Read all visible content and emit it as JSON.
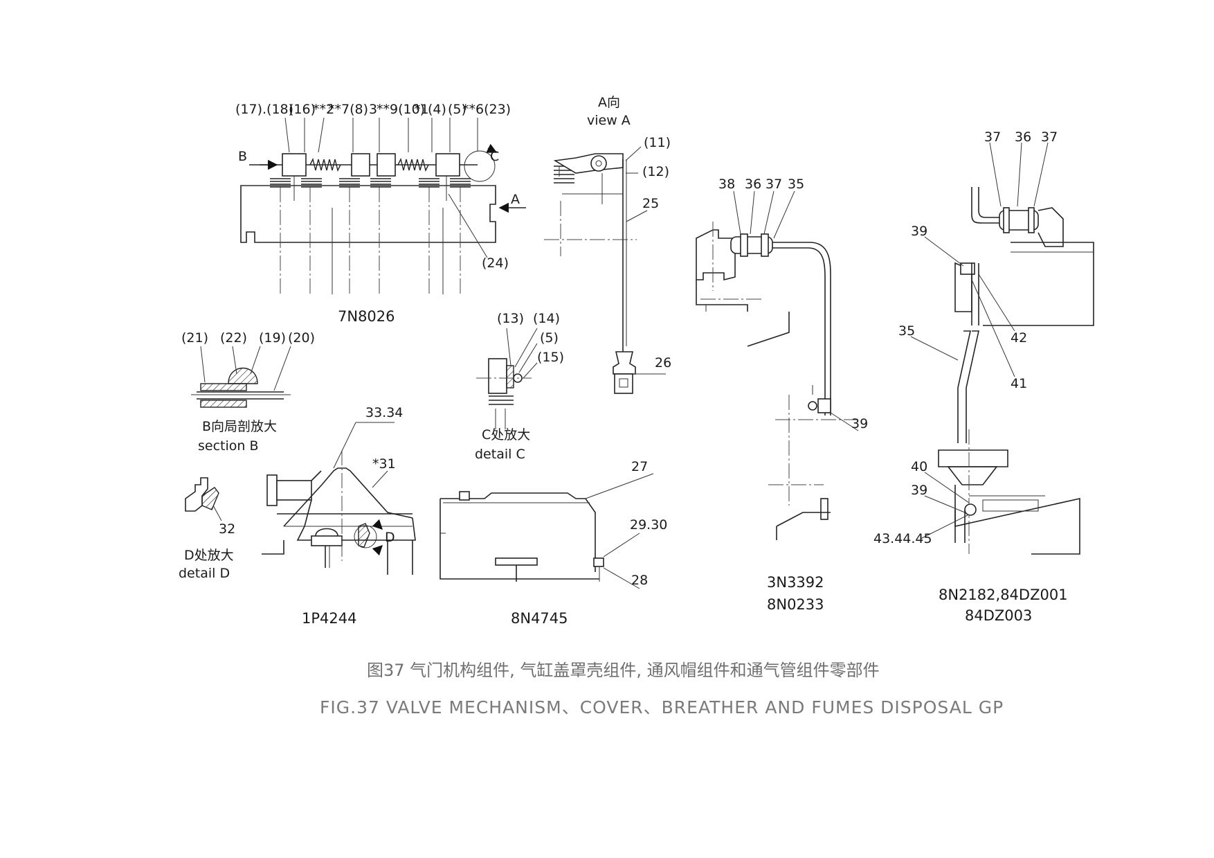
{
  "views": {
    "v7n8026": {
      "callouts_top": [
        "(17).(18)",
        "(16)",
        "**2",
        "**7(8)",
        "3",
        "**9(10)",
        "*1",
        "(4)",
        "(5)",
        "**6(23)"
      ],
      "arrow_b": "B",
      "arrow_a": "A",
      "arrow_c": "C",
      "callout_24": "(24)",
      "part_number": "7N8026"
    },
    "view_a": {
      "caption_cn": "A向",
      "caption_en": "view A",
      "callouts": [
        "(11)",
        "(12)",
        "25",
        "26"
      ]
    },
    "section_b": {
      "callouts": [
        "(21)",
        "(22)",
        "(19)",
        "(20)"
      ],
      "caption_cn": "B向局剖放大",
      "caption_en": "section B"
    },
    "detail_c": {
      "callouts": [
        "(13)",
        "(14)",
        "(5)",
        "(15)"
      ],
      "caption_cn": "C处放大",
      "caption_en": "detail C"
    },
    "detail_d": {
      "callout": "32",
      "caption_cn": "D处放大",
      "caption_en": "detail D"
    },
    "v1p4244": {
      "callouts": [
        "33.34",
        "*31"
      ],
      "arrow_d": "D",
      "part_number": "1P4244"
    },
    "v8n4745": {
      "callouts": [
        "27",
        "29.30",
        "28"
      ],
      "part_number": "8N4745"
    },
    "v3n3392": {
      "callouts": [
        "38",
        "36",
        "37",
        "35",
        "39"
      ],
      "part_number_1": "3N3392",
      "part_number_2": "8N0233"
    },
    "v8n2182": {
      "callouts": [
        "37",
        "36",
        "37",
        "39",
        "35",
        "42",
        "41",
        "40",
        "39",
        "43.44.45"
      ],
      "part_number_1": "8N2182,84DZ001",
      "part_number_2": "84DZ003"
    }
  },
  "figure": {
    "title_cn": "图37 气门机构组件, 气缸盖罩壳组件, 通风帽组件和通气管组件零部件",
    "title_en": "FIG.37 VALVE MECHANISM、COVER、BREATHER AND FUMES DISPOSAL GP"
  }
}
